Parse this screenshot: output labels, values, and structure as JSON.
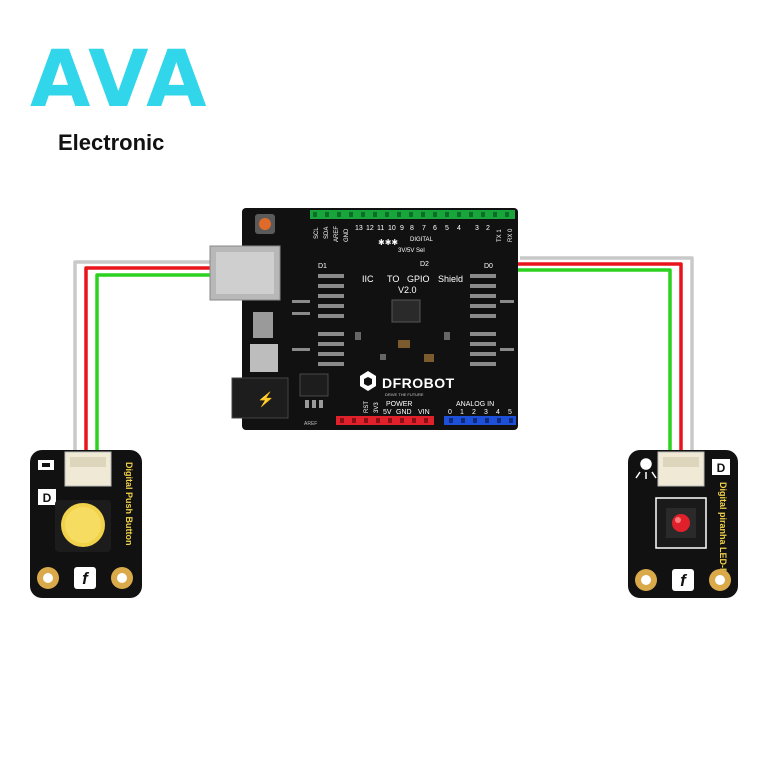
{
  "logo": {
    "main": "AVA",
    "sub": "Electronic"
  },
  "board": {
    "brand": "DFROBOT",
    "tagline": "DRIVE THE FUTURE",
    "title_iic": "IIC",
    "title_to": "TO",
    "title_gpio": "GPIO",
    "title_shield": "Shield",
    "version": "V2.0",
    "digital_label": "DIGITAL",
    "top_left_pins": [
      "SCL",
      "SDA",
      "AREF",
      "GND"
    ],
    "digital_pins": [
      "13",
      "12",
      "11",
      "10",
      "9",
      "8",
      "7",
      "6",
      "5",
      "4",
      "3",
      "2"
    ],
    "serial_pins": [
      "TX 1",
      "RX 0"
    ],
    "ivt_sel": "3V/5V Sel",
    "port_d1": "D1",
    "port_d2": "D2",
    "port_d0": "D0",
    "power_label": "POWER",
    "power_pins": [
      "RST",
      "3V3",
      "5V",
      "GND",
      "VIN"
    ],
    "analog_label": "ANALOG IN",
    "analog_pins": [
      "0",
      "1",
      "2",
      "3",
      "4",
      "5"
    ],
    "ic_label": "AREF"
  },
  "module_left": {
    "badge": "D",
    "name": "Digital Push Button",
    "logo_glyph": "f"
  },
  "module_right": {
    "badge": "D",
    "name": "Digital piranha LED-R",
    "logo_glyph": "f"
  },
  "wire_colors": {
    "power": "#e8141b",
    "signal": "#2bd21e",
    "ground": "#c9c9c9"
  },
  "colors": {
    "logo": "#31d6ea",
    "board": "#111111",
    "header_green": "#17a53c",
    "header_red": "#e0202a",
    "header_blue": "#1e4fd8",
    "led": "#e0202a",
    "button": "#f1d24a"
  }
}
